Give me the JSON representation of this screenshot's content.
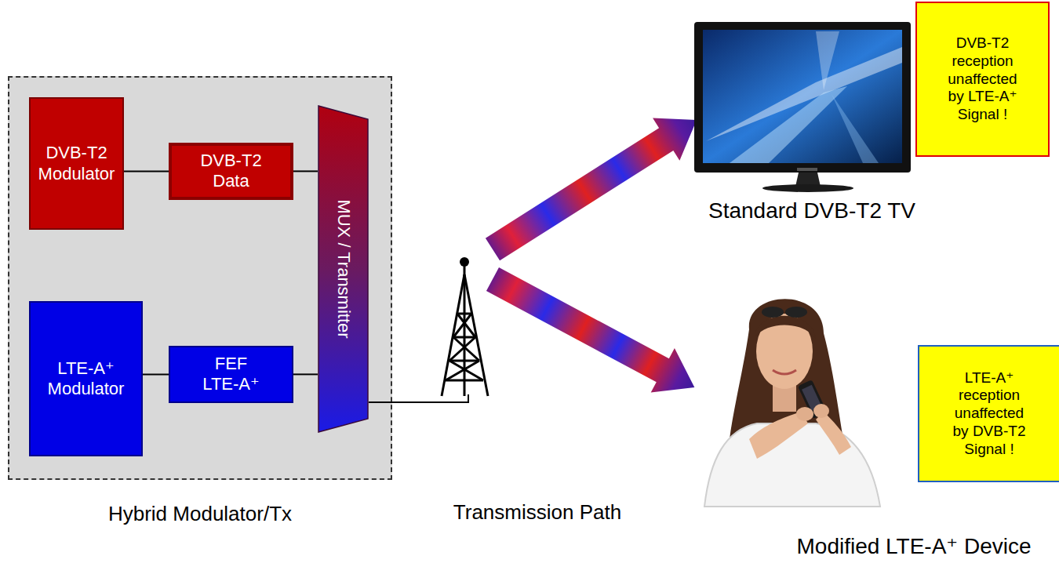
{
  "diagram": {
    "nodes": [
      {
        "text": [
          "Hybrid Modulator/Tx"
        ]
      },
      {
        "text": [
          "DVB-T2 Modulator"
        ],
        "in": 0
      },
      {
        "text": [
          "DVB-T2 Data"
        ],
        "in": 0
      },
      {
        "text": [
          "MUX / Transmitter"
        ],
        "in": 0
      },
      {
        "text": [
          "LTE-A⁺ Modulator"
        ],
        "in": 0
      },
      {
        "text": [
          "FEF LTE-A⁺"
        ],
        "in": 0
      },
      {
        "text": [
          "DVB-T2 reception unaffected by LTE-A⁺ Signal !"
        ]
      },
      {
        "text": [
          "LTE-A⁺ reception unaffected by DVB-T2 Signal !"
        ]
      }
    ],
    "edges": [
      {
        "from": 1,
        "to": 2,
        "arrow": "none"
      },
      {
        "from": 2,
        "to": 3,
        "arrow": "none"
      },
      {
        "from": 4,
        "to": 5,
        "arrow": "none"
      },
      {
        "from": 5,
        "to": 3,
        "arrow": "none"
      }
    ],
    "labels": [
      "Standard DVB-T2 TV",
      "Transmission Path",
      "Modified LTE-A⁺ Device"
    ]
  }
}
